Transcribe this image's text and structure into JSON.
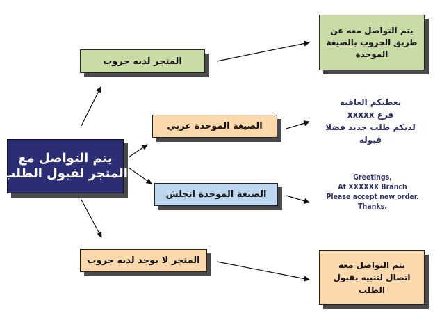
{
  "main_node": {
    "lines": [
      "يتم التواصل مع",
      "المتجر لقبول الطلب"
    ]
  },
  "branch_top": {
    "label": "المتجر لديه جروب"
  },
  "branch_arabic": {
    "label": "الصيغة الموحدة عربي"
  },
  "branch_english": {
    "label": "الصيغة الموحدة انجلش"
  },
  "branch_bottom": {
    "label": "المتجر لا يوجد لديه جروب"
  },
  "result_top": {
    "lines": [
      "يتم التواصل معه عن",
      "طريق الجروب بالصيغة",
      "الموحدة"
    ]
  },
  "result_bottom": {
    "lines": [
      "يتم التواصل معه",
      "اتصال لتنبيه بقبول",
      "الطلب"
    ]
  },
  "arabic_message": {
    "lines": [
      "يعطيكم العافيه",
      "فرع xxxxx",
      "لديكم طلب جديد فضلا",
      "قبوله"
    ]
  },
  "english_message": {
    "lines": [
      "Greetings,",
      "At XXXXXX Branch",
      "Please accept new order.",
      "Thanks."
    ]
  },
  "colors": {
    "main_fill": "#2b2e74",
    "group_fill": "#c9dca6",
    "format_fill": "#fbd9ad",
    "english_fill": "#bdd7ee",
    "message_text": "#2d3268",
    "shadow": "#4a4a4a"
  }
}
